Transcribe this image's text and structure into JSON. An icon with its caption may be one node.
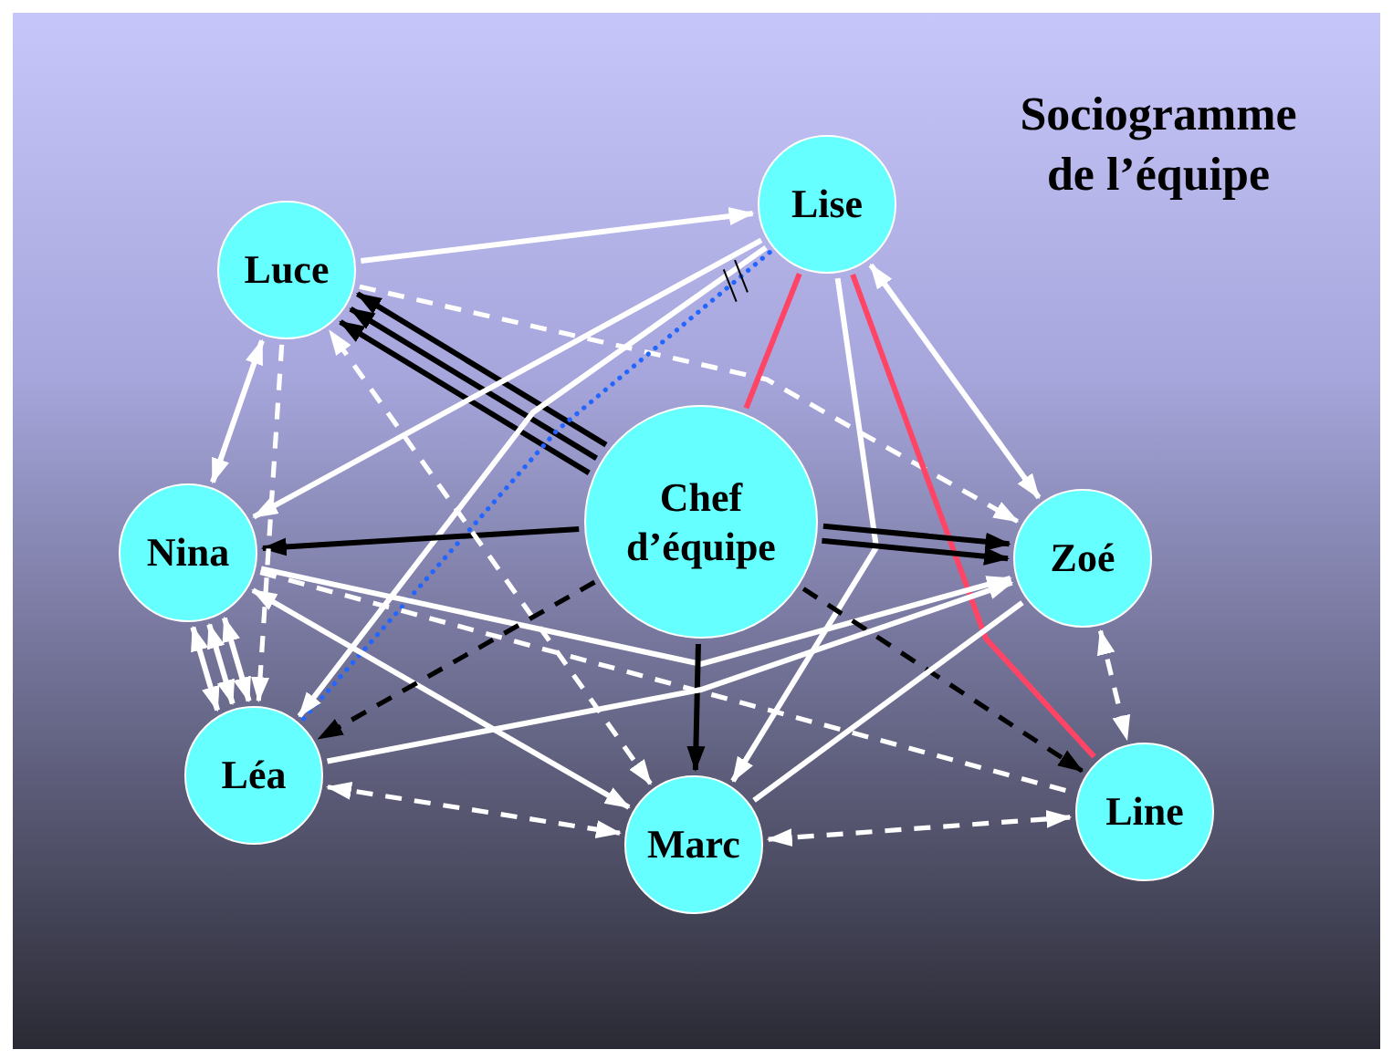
{
  "diagram": {
    "title": "Sociogramme de l’équipe",
    "nodes": [
      {
        "text": [
          "Luce"
        ]
      },
      {
        "text": [
          "Lise"
        ]
      },
      {
        "text": [
          "Chef d’équipe"
        ]
      },
      {
        "text": [
          "Nina"
        ]
      },
      {
        "text": [
          "Zoé"
        ]
      },
      {
        "text": [
          "Léa"
        ]
      },
      {
        "text": [
          "Marc"
        ]
      },
      {
        "text": [
          "Line"
        ]
      }
    ],
    "edges": [
      {
        "from": 0,
        "to": 1,
        "arrow": "to"
      },
      {
        "from": 2,
        "to": 0,
        "arrow": "to",
        "color": "#000000"
      },
      {
        "from": 2,
        "to": 0,
        "arrow": "to",
        "color": "#000000"
      },
      {
        "from": 2,
        "to": 0,
        "arrow": "to",
        "color": "#000000"
      },
      {
        "from": 0,
        "to": 3,
        "arrow": "both"
      },
      {
        "from": 1,
        "to": 3,
        "arrow": "to"
      },
      {
        "from": 0,
        "to": 4,
        "arrow": "to",
        "style": "dashed"
      },
      {
        "from": 1,
        "to": 5,
        "arrow": "none",
        "style": "dashed",
        "color": "#2266ff"
      },
      {
        "from": 2,
        "to": 1,
        "arrow": "none",
        "color": "#ff4466"
      },
      {
        "from": 1,
        "to": 7,
        "arrow": "none",
        "color": "#ff4466"
      },
      {
        "from": 1,
        "to": 4,
        "arrow": "both"
      },
      {
        "from": 1,
        "to": 6,
        "arrow": "to"
      },
      {
        "from": 1,
        "to": 5,
        "arrow": "to"
      },
      {
        "from": 2,
        "to": 3,
        "arrow": "to",
        "color": "#000000"
      },
      {
        "from": 3,
        "to": 4,
        "arrow": "to"
      },
      {
        "from": 3,
        "to": 7,
        "arrow": "none",
        "style": "dashed"
      },
      {
        "from": 3,
        "to": 6,
        "arrow": "both"
      },
      {
        "from": 3,
        "to": 5,
        "arrow": "both"
      },
      {
        "from": 3,
        "to": 5,
        "arrow": "both"
      },
      {
        "from": 3,
        "to": 5,
        "arrow": "both"
      },
      {
        "from": 0,
        "to": 5,
        "arrow": "to",
        "style": "dashed"
      },
      {
        "from": 6,
        "to": 0,
        "arrow": "both",
        "style": "dashed"
      },
      {
        "from": 2,
        "to": 4,
        "arrow": "to",
        "color": "#000000"
      },
      {
        "from": 2,
        "to": 4,
        "arrow": "to",
        "color": "#000000"
      },
      {
        "from": 2,
        "to": 6,
        "arrow": "to",
        "color": "#000000"
      },
      {
        "from": 2,
        "to": 7,
        "arrow": "to",
        "style": "dashed",
        "color": "#000000"
      },
      {
        "from": 2,
        "to": 5,
        "arrow": "to",
        "style": "dashed",
        "color": "#000000"
      },
      {
        "from": 5,
        "to": 4,
        "arrow": "to"
      },
      {
        "from": 6,
        "to": 4,
        "arrow": "none"
      },
      {
        "from": 5,
        "to": 6,
        "arrow": "both",
        "style": "dashed"
      },
      {
        "from": 6,
        "to": 7,
        "arrow": "both",
        "style": "dashed"
      },
      {
        "from": 4,
        "to": 7,
        "arrow": "both",
        "style": "dashed"
      }
    ]
  }
}
